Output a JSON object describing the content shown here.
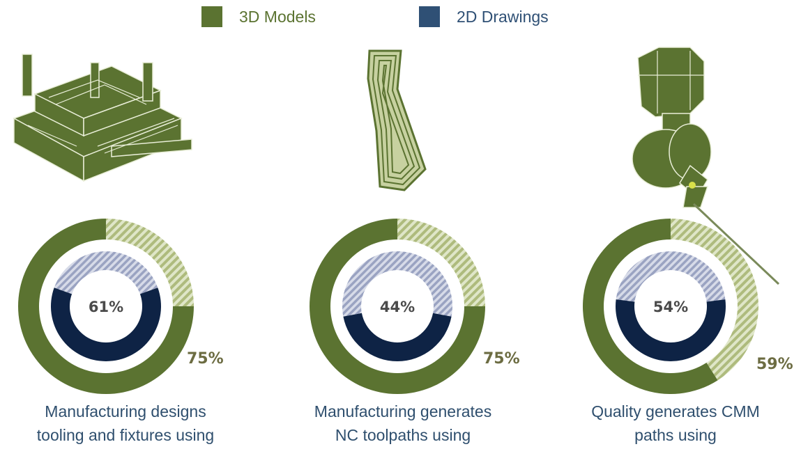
{
  "colors": {
    "model_3d": "#5b7331",
    "model_3d_light": "#c7d1a0",
    "drawing_2d": "#0e2345",
    "drawing_2d_light": "#b3bad2",
    "legend_2d": "#2f5075",
    "caption": "#2f4f6e",
    "outer_label": "#6c6c42",
    "inner_label": "#4a4a4a"
  },
  "legend": {
    "items": [
      {
        "label": "3D Models",
        "color": "#5b7331",
        "text_color": "#5b7331"
      },
      {
        "label": "2D Drawings",
        "color": "#2f5075",
        "text_color": "#2f5075"
      }
    ]
  },
  "chart_data": [
    {
      "type": "pie",
      "series": [
        {
          "name": "3D Models",
          "value": 75,
          "label": "75%"
        },
        {
          "name": "2D Drawings",
          "value": 61,
          "label": "61%"
        }
      ],
      "caption": [
        "Manufacturing designs",
        "tooling and fixtures using"
      ]
    },
    {
      "type": "pie",
      "series": [
        {
          "name": "3D Models",
          "value": 75,
          "label": "75%"
        },
        {
          "name": "2D Drawings",
          "value": 44,
          "label": "44%"
        }
      ],
      "caption": [
        "Manufacturing generates",
        "NC toolpaths using"
      ]
    },
    {
      "type": "pie",
      "series": [
        {
          "name": "3D Models",
          "value": 59,
          "label": "59%"
        },
        {
          "name": "2D Drawings",
          "value": 54,
          "label": "54%"
        }
      ],
      "caption": [
        "Quality generates CMM",
        "paths using"
      ]
    }
  ],
  "illustrations": [
    {
      "icon": "tooling-fixture-icon"
    },
    {
      "icon": "nc-toolpath-icon"
    },
    {
      "icon": "cmm-probe-icon"
    }
  ]
}
